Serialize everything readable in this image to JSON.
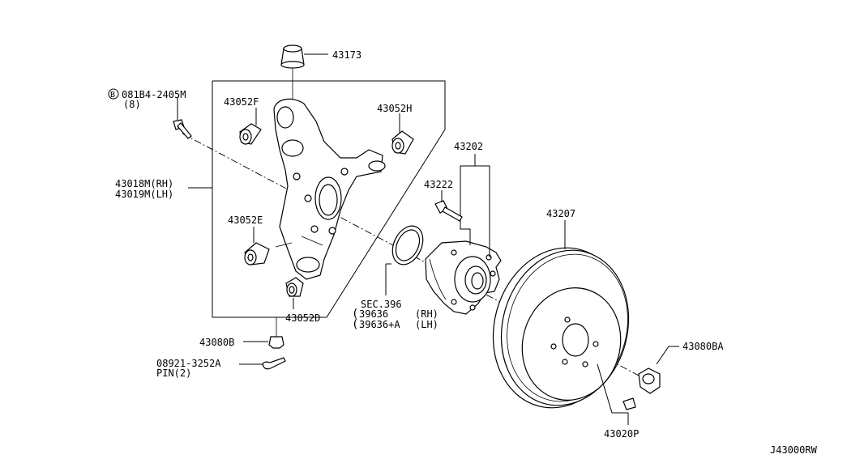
{
  "labels": {
    "p43173": "43173",
    "bolt_code": "081B4-2405M",
    "bolt_code_prefix": "B",
    "bolt_qty": "(8)",
    "p43052F": "43052F",
    "p43052H": "43052H",
    "p43202": "43202",
    "p43222": "43222",
    "p43018M": "43018M(RH)",
    "p43019M": "43019M(LH)",
    "p43207": "43207",
    "p43052E": "43052E",
    "sec396": "SEC.396",
    "p39636_num": "39636",
    "p39636_side": "(RH)",
    "p39636A_num": "39636+A",
    "p39636A_side": "(LH)",
    "p43052D": "43052D",
    "p43080B": "43080B",
    "p43080BA": "43080BA",
    "pin_code": "08921-3252A",
    "pin_label": "PIN(2)",
    "p43020P": "43020P",
    "diagram_id": "J43000RW"
  }
}
